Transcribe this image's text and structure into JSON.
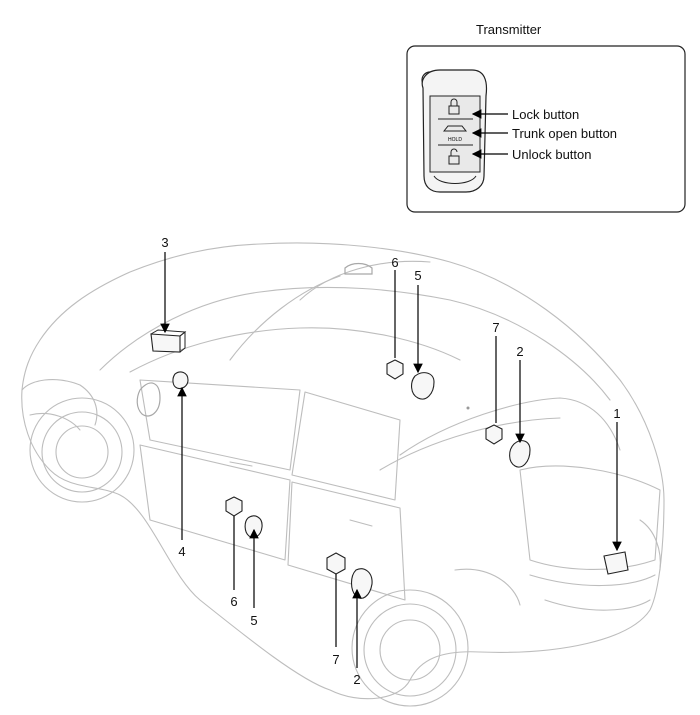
{
  "transmitter": {
    "title": "Transmitter",
    "buttons": [
      {
        "label": "Lock button"
      },
      {
        "label": "Trunk open button"
      },
      {
        "label": "Unlock button"
      }
    ],
    "key_text": "HOLD"
  },
  "callouts": {
    "c1": "1",
    "c2_roof": "2",
    "c2_door": "2",
    "c3": "3",
    "c4": "4",
    "c5_roof": "5",
    "c5_door": "5",
    "c6_roof": "6",
    "c6_door": "6",
    "c7_roof": "7",
    "c7_door": "7"
  }
}
